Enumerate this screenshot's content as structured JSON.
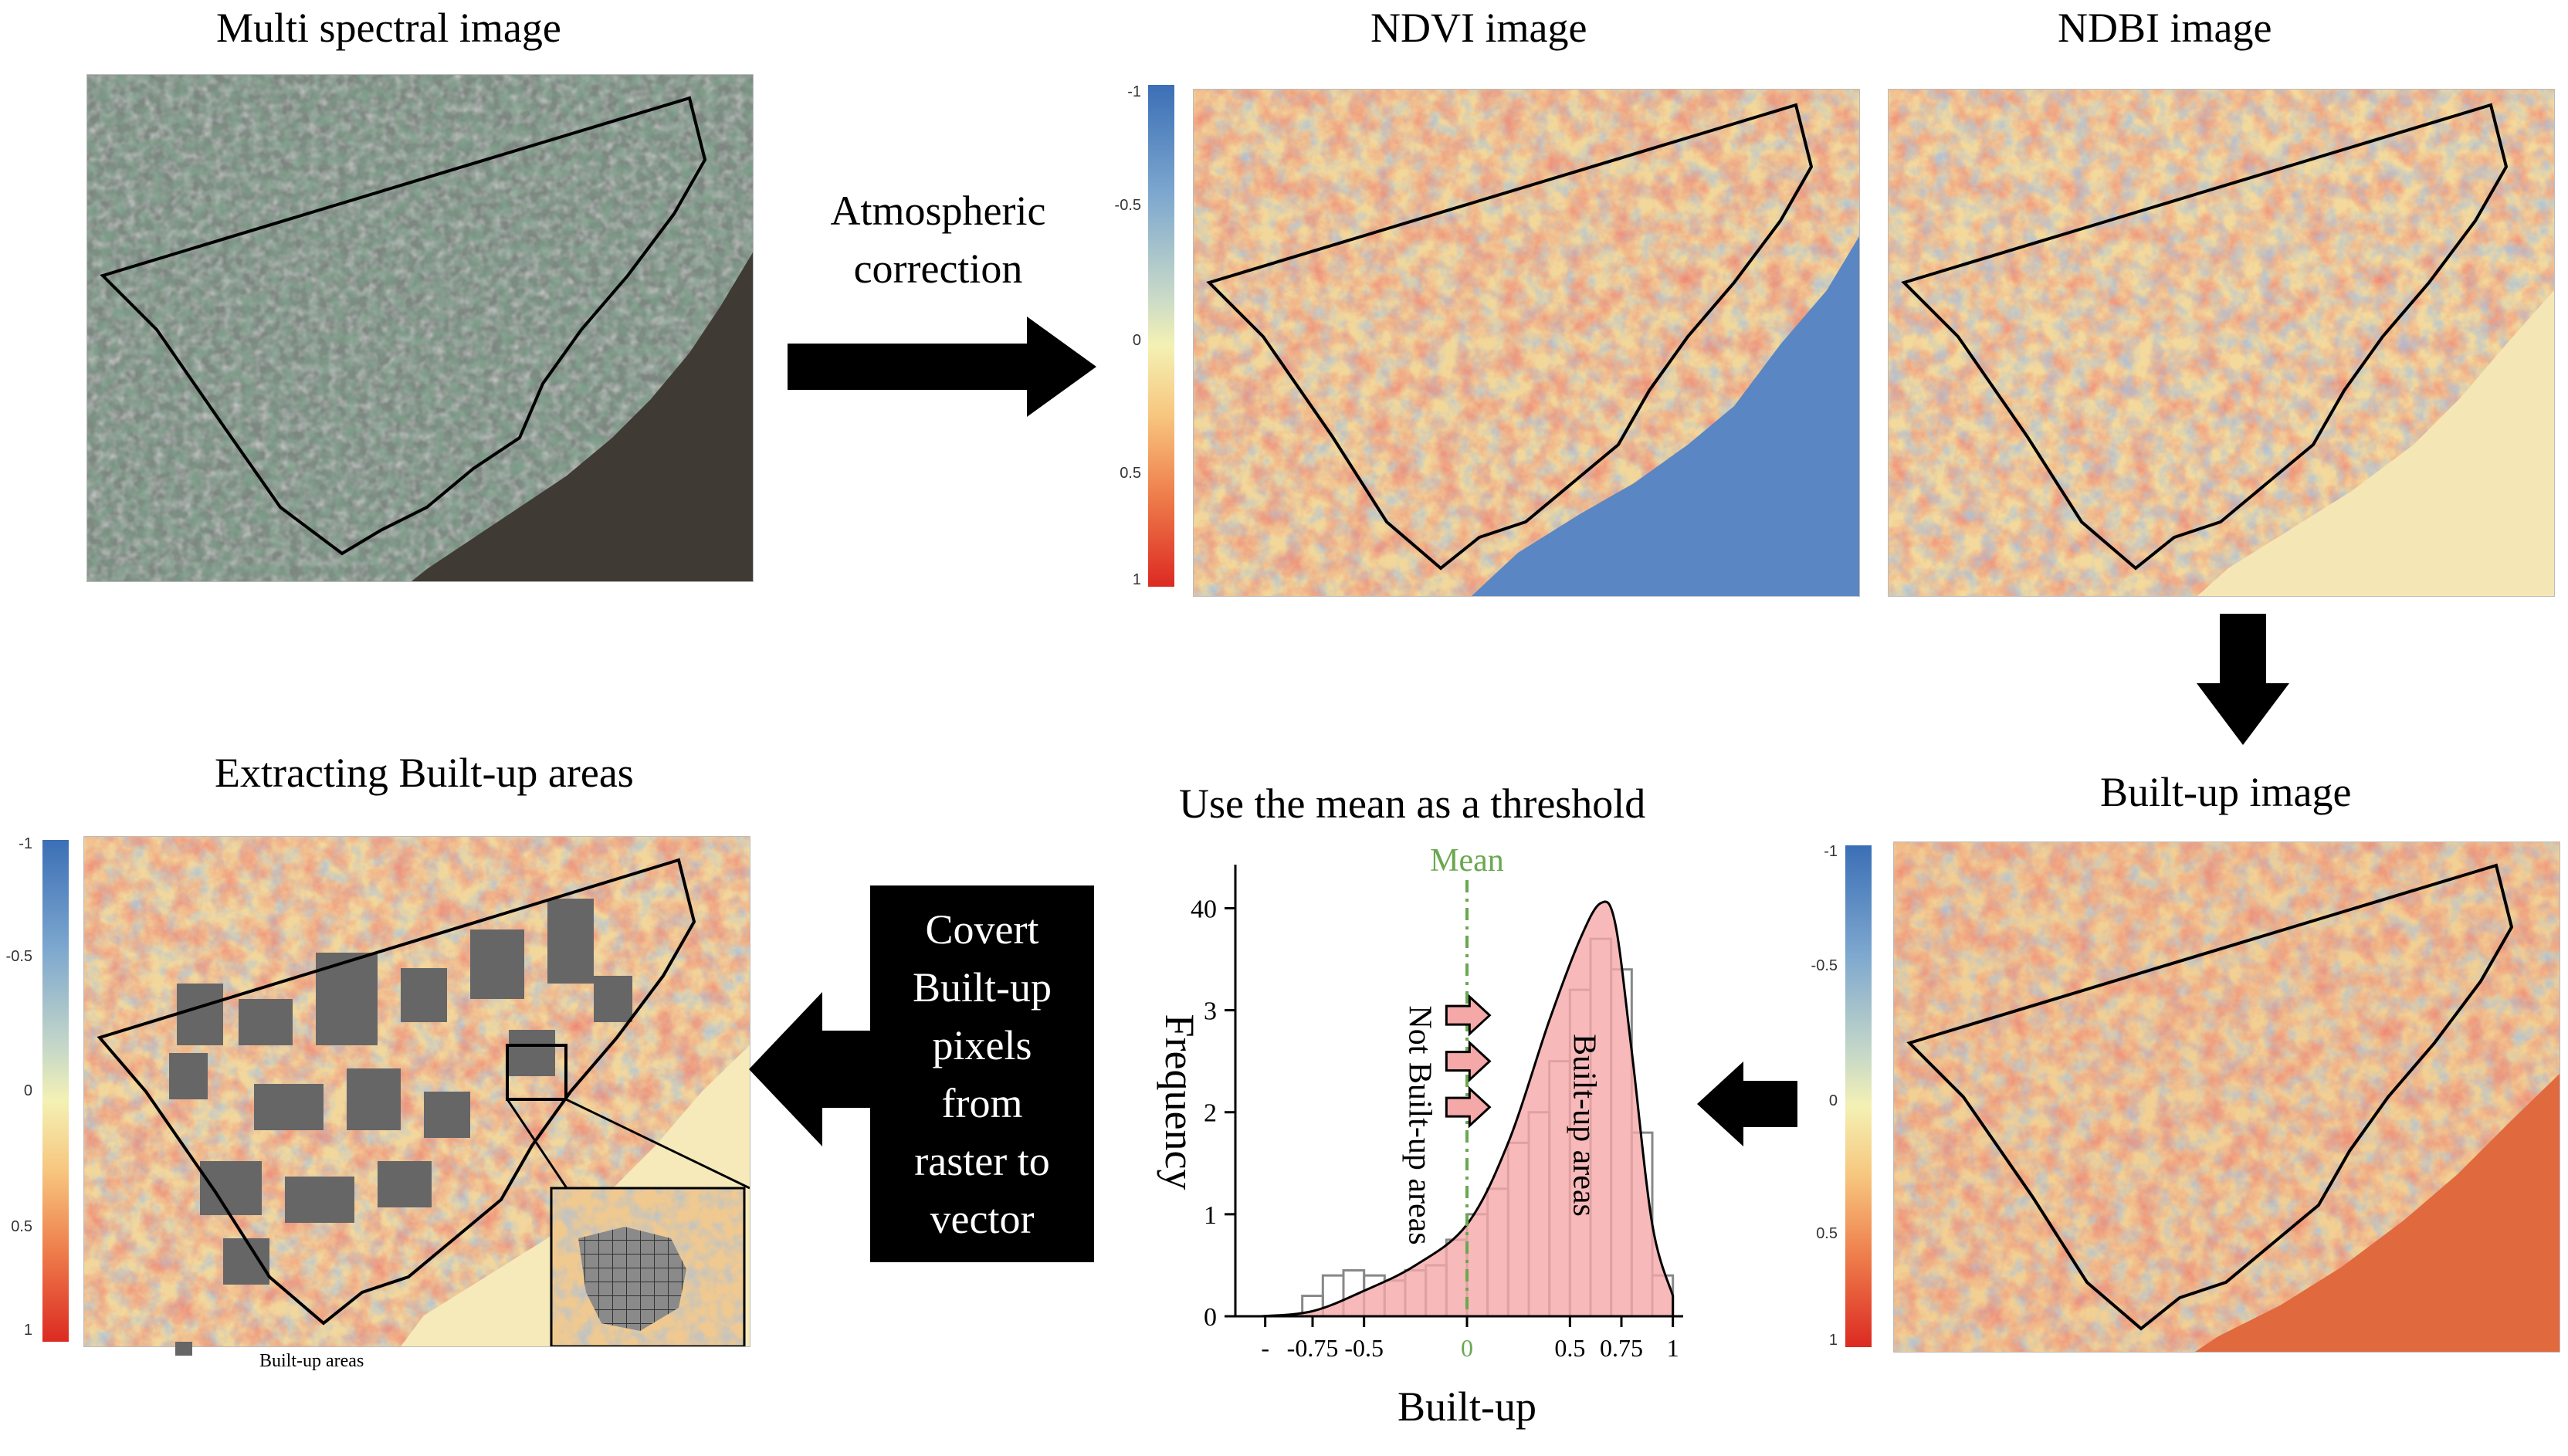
{
  "titles": {
    "multispectral": "Multi spectral image",
    "ndvi": "NDVI image",
    "ndbi": "NDBI image",
    "builtup_image": "Built-up image",
    "extracting": "Extracting Built-up areas",
    "threshold": "Use the mean as a threshold"
  },
  "labels": {
    "atmos_line1": "Atmospheric",
    "atmos_line2": "correction",
    "convert_lines": [
      "Covert",
      "Built-up",
      "pixels",
      "from",
      "raster to",
      "vector"
    ],
    "legend_builtup": "Built-up areas"
  },
  "colorbar_ticks": [
    "-1",
    "-0.5",
    "0",
    "0.5",
    "1"
  ],
  "colors": {
    "cold": "#3b6fb6",
    "warm": "#dc2a22",
    "mid": "#f4f1b4",
    "builtup_grey": "#666666",
    "density_fill": "#f5a8a8",
    "mean_line": "#6aa84f"
  },
  "icons": [
    "arrow-right-icon",
    "arrow-down-icon",
    "arrow-left-icon",
    "small-arrow-right-icon"
  ],
  "chart_data": {
    "type": "area",
    "title": "Use the mean as a threshold",
    "xlabel": "Built-up",
    "ylabel": "Frequency",
    "x_ticks": [
      "-",
      "-0.75",
      "-0.5",
      "0",
      "0.5",
      "0.75",
      "1"
    ],
    "y_ticks": [
      "0",
      "1",
      "2",
      "3",
      "40"
    ],
    "mean_label": "Mean",
    "mean_x": 0,
    "left_region_label": "Not Built-up areas",
    "right_region_label": "Built-up areas",
    "density_x": [
      -1.0,
      -0.75,
      -0.5,
      -0.25,
      0,
      0.2,
      0.4,
      0.55,
      0.65,
      0.72,
      0.8,
      0.9,
      1.0
    ],
    "density_y": [
      0,
      0.05,
      0.25,
      0.5,
      0.9,
      1.7,
      2.9,
      3.7,
      4.05,
      3.85,
      2.6,
      0.9,
      0.2
    ],
    "hist_bins": [
      -0.75,
      -0.65,
      -0.55,
      -0.45,
      -0.35,
      -0.25,
      -0.15,
      -0.05,
      0.05,
      0.15,
      0.25,
      0.35,
      0.45,
      0.55,
      0.65,
      0.75,
      0.85,
      0.95
    ],
    "hist_values": [
      0.2,
      0.4,
      0.45,
      0.4,
      0.35,
      0.45,
      0.5,
      0.75,
      1.0,
      1.25,
      1.7,
      2.0,
      2.5,
      3.2,
      3.7,
      3.4,
      1.8,
      0.4
    ]
  }
}
